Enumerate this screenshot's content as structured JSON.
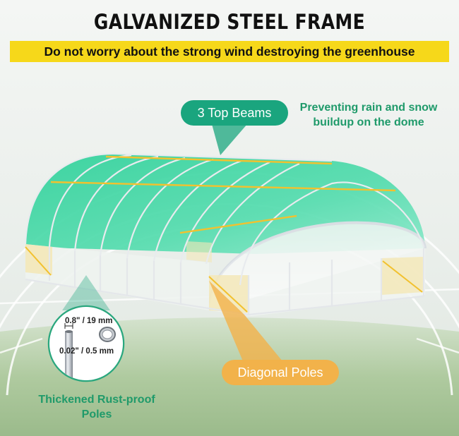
{
  "header": {
    "title": "GALVANIZED STEEL FRAME",
    "banner": "Do not worry about the strong wind destroying the greenhouse"
  },
  "callouts": {
    "top_beams": "3 Top Beams",
    "top_beams_note": "Preventing rain and snow buildup on the dome",
    "diagonal_poles": "Diagonal Poles",
    "poles_note": "Thickened Rust-proof Poles"
  },
  "pole_detail": {
    "outer_diameter": "0.8\" / 19 mm",
    "wall_thickness": "0.02\" / 0.5 mm"
  },
  "colors": {
    "banner_yellow": "#f6d81a",
    "accent_green": "#1aa57e",
    "accent_orange": "#f2b24a",
    "cover_green": "#2fd19a"
  }
}
